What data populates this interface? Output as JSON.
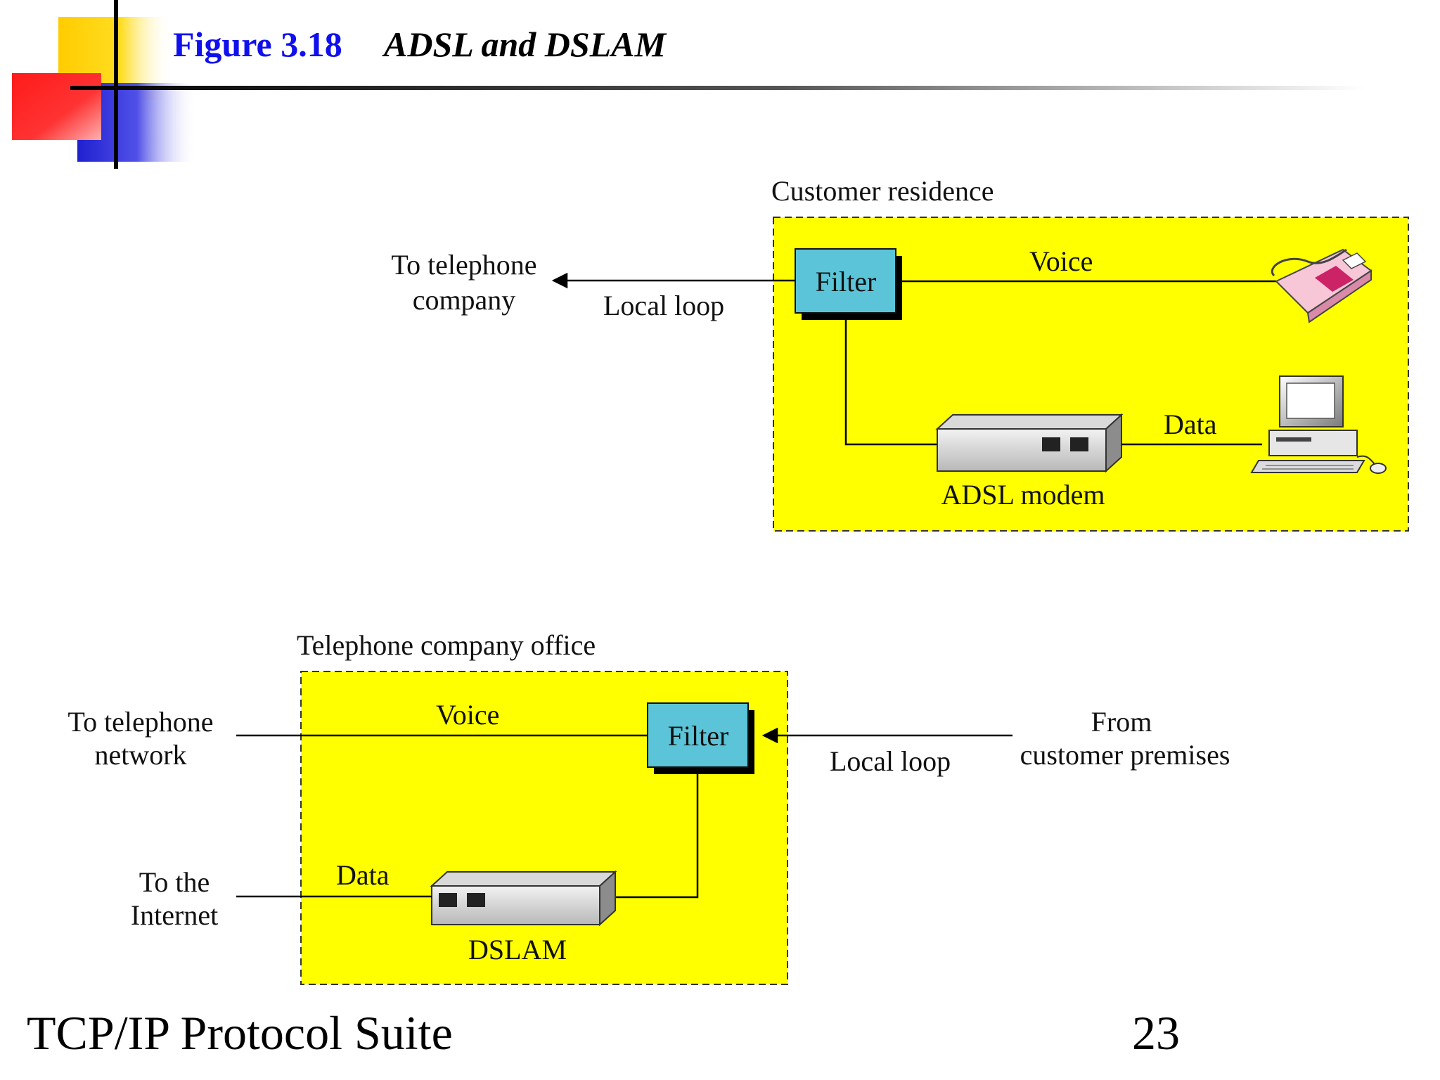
{
  "slide": {
    "figure_number": "Figure 3.18",
    "figure_title": "ADSL and DSLAM",
    "footer_left": "TCP/IP Protocol Suite",
    "footer_right": "23"
  },
  "customer": {
    "box_label": "Customer residence",
    "to_line1": "To telephone",
    "to_line2": "company",
    "local_loop": "Local loop",
    "filter": "Filter",
    "voice": "Voice",
    "data": "Data",
    "modem": "ADSL modem"
  },
  "office": {
    "box_label": "Telephone company office",
    "to_net_line1": "To telephone",
    "to_net_line2": "network",
    "to_inet_line1": "To the",
    "to_inet_line2": "Internet",
    "voice": "Voice",
    "data": "Data",
    "filter": "Filter",
    "dslam": "DSLAM",
    "local_loop": "Local loop",
    "from_line1": "From",
    "from_line2": "customer premises"
  },
  "colors": {
    "box_fill": "#ffff00",
    "filter_fill": "#5bc4d8",
    "title_blue": "#1010ee"
  }
}
